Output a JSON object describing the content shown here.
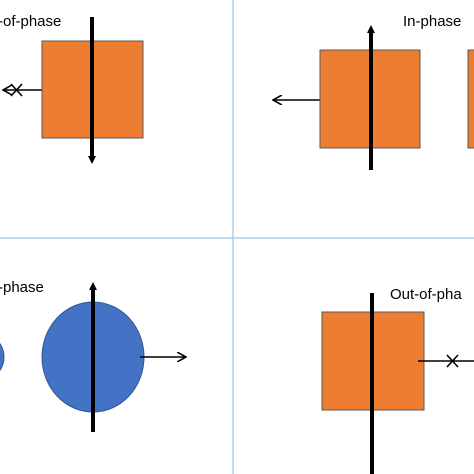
{
  "quadrants": {
    "top_left": {
      "label": "-of-phase",
      "shape": "square",
      "arrow": "left",
      "arrow_blocked": true
    },
    "top_right": {
      "label": "In-phase",
      "shape": "square",
      "arrow": "left",
      "arrow_blocked": false
    },
    "bottom_left": {
      "label": "-phase",
      "shape": "circle",
      "arrow": "right",
      "arrow_blocked": false
    },
    "bottom_right": {
      "label": "Out-of-pha",
      "shape": "square",
      "arrow": "right",
      "arrow_blocked": true
    }
  },
  "colors": {
    "square_fill": "#ED7D31",
    "circle_fill": "#4472C4",
    "divider": "#9DC3E6",
    "axis": "#000000"
  }
}
